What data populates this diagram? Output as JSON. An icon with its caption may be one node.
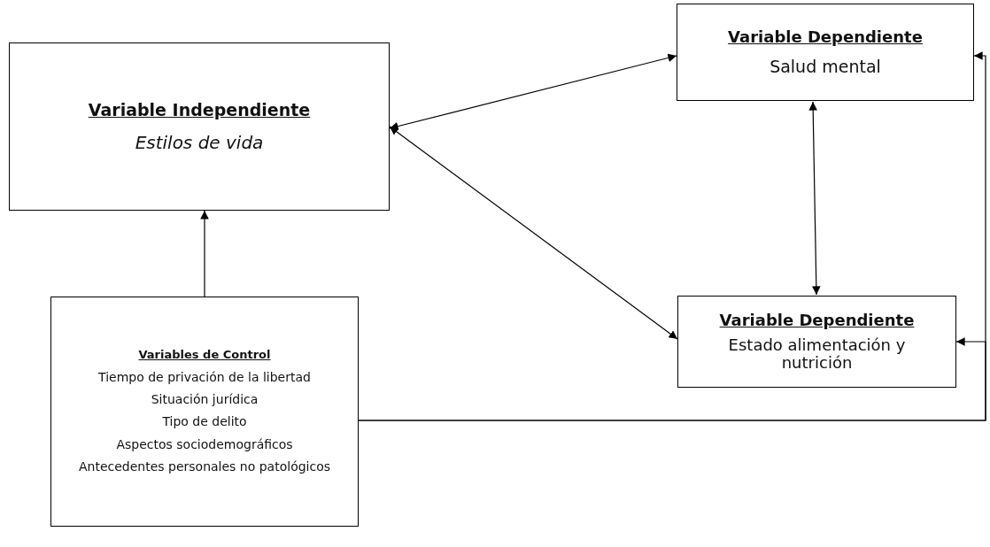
{
  "diagram": {
    "nodes": [
      {
        "text": [
          "Variable Independiente",
          "Estilos de vida"
        ]
      },
      {
        "text": [
          "Variable Dependiente",
          "Salud mental"
        ]
      },
      {
        "text": [
          "Variable Dependiente",
          "Estado alimentación y nutrición"
        ]
      },
      {
        "text": [
          "Variables de Control",
          "Tiempo de privación de la libertad",
          "Situación jurídica",
          "Tipo de delito",
          "Aspectos sociodemográficos",
          "Antecedentes personales  no patológicos"
        ]
      }
    ],
    "edges": [
      {
        "from": 0,
        "to": 1,
        "arrow": "both"
      },
      {
        "from": 0,
        "to": 2,
        "arrow": "both"
      },
      {
        "from": 1,
        "to": 2,
        "arrow": "both"
      },
      {
        "from": 3,
        "to": 0,
        "arrow": "to"
      },
      {
        "from": 3,
        "to": 1,
        "arrow": "to"
      },
      {
        "from": 3,
        "to": 2,
        "arrow": "to"
      }
    ]
  }
}
